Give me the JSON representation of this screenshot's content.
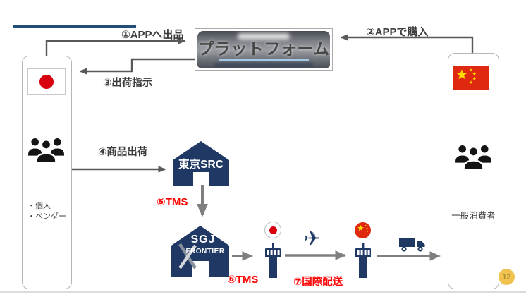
{
  "page": {
    "number": "12"
  },
  "colors": {
    "navy": "#1f3864",
    "accent_line": "#1f4e79",
    "step_text": "#3c3c3c",
    "highlight_red": "#ff0000",
    "arrow_gray": "#595959",
    "platform_underline": "#a6c9e8",
    "badge_bg": "#f1c250",
    "badge_text": "#ad8c35",
    "japan_red": "#d8000f",
    "china_red": "#de2910",
    "star_yellow": "#ffde00"
  },
  "steps": {
    "s1": "①APPへ出品",
    "s2": "②APPで購入",
    "s3": "③出荷指示",
    "s4": "④商品出荷",
    "s5": "⑤TMS",
    "s6": "⑥TMS",
    "s7": "⑦国際配送"
  },
  "platform": {
    "title": "プラットフォーム"
  },
  "sellers": {
    "items": [
      "・個人",
      "・ベンダー"
    ]
  },
  "consumers": {
    "label": "一般消費者"
  },
  "facilities": {
    "tokyo_src": "東京SRC",
    "sgj_line1": "SGJ",
    "sgj_line2": "FRONTIER"
  },
  "icons": {
    "airplane": "✈"
  }
}
